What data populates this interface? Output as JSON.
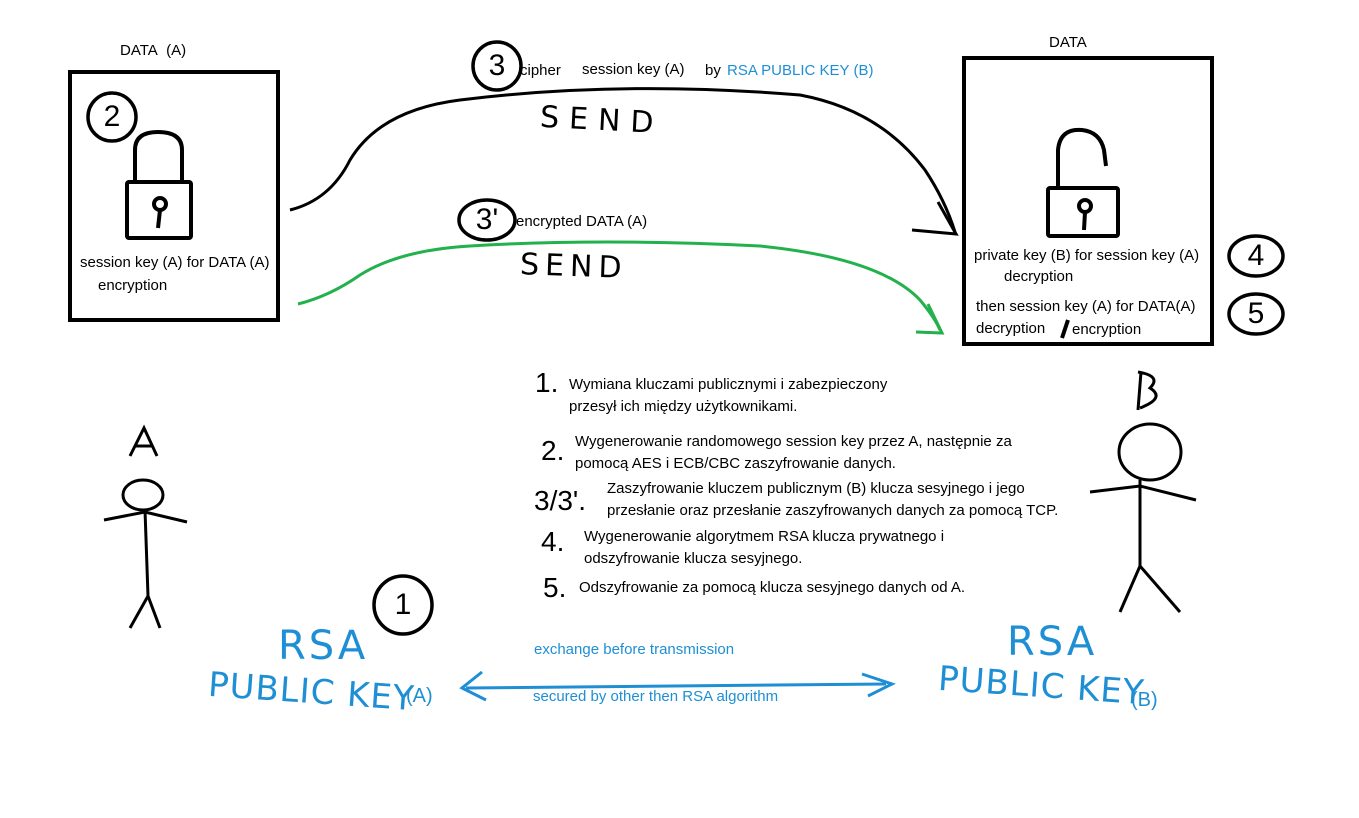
{
  "sender": {
    "data_label": "DATA",
    "data_owner": "(A)",
    "step_number": "2",
    "session_key_text": "session key (A) for DATA (A)",
    "encryption_text": "encryption",
    "person_label": "A"
  },
  "receiver": {
    "data_label": "DATA",
    "person_label": "B",
    "step4_number": "4",
    "step5_number": "5",
    "private_key_text": "private key (B) for session key (A)",
    "decryption_text": "decryption",
    "then_text": "then session key (A) for DATA(A)",
    "decryption2_text": "decryption",
    "slash_text": "/",
    "encryption2_text": "encryption"
  },
  "transfer": {
    "step3_number": "3",
    "cipher_text": "cipher",
    "session_key_text": "session key (A)",
    "by_text": "by",
    "rsa_pub_b_text": "RSA PUBLIC KEY (B)",
    "send_label": "SEND",
    "step3p_number": "3'",
    "encrypted_text": "encrypted DATA (A)",
    "send_label_2": "SEND"
  },
  "steps": [
    {
      "num": "1.",
      "line1": "Wymiana kluczami publicznymi i zabezpieczony",
      "line2": "przesył ich między użytkownikami."
    },
    {
      "num": "2.",
      "line1": "Wygenerowanie randomowego session key przez A, następnie za",
      "line2": "pomocą AES i ECB/CBC zaszyfrowanie danych."
    },
    {
      "num": "3/3'.",
      "line1": "Zaszyfrowanie kluczem publicznym (B) klucza sesyjnego i jego",
      "line2": "przesłanie oraz przesłanie zaszyfrowanych danych za pomocą TCP."
    },
    {
      "num": "4.",
      "line1": "Wygenerowanie algorytmem RSA klucza prywatnego i",
      "line2": "odszyfrowanie klucza sesyjnego."
    },
    {
      "num": "5.",
      "line1": "Odszyfrowanie za pomocą klucza sesyjnego danych od A.",
      "line2": ""
    }
  ],
  "exchange": {
    "step1_number": "1",
    "left_rsa": "RSA",
    "left_public_key": "PUBLIC KEY",
    "left_owner": "(A)",
    "right_rsa": "RSA",
    "right_public_key": "PUBLIC KEY",
    "right_owner": "(B)",
    "top_caption": "exchange before transmission",
    "bottom_caption": "secured by other then RSA algorithm"
  },
  "colors": {
    "ink": "#000000",
    "blue": "#1e8fd4",
    "green": "#22b14c"
  },
  "icons": [
    "locked-padlock-icon",
    "unlocked-padlock-icon",
    "stick-figure-a-icon",
    "stick-figure-b-icon"
  ]
}
